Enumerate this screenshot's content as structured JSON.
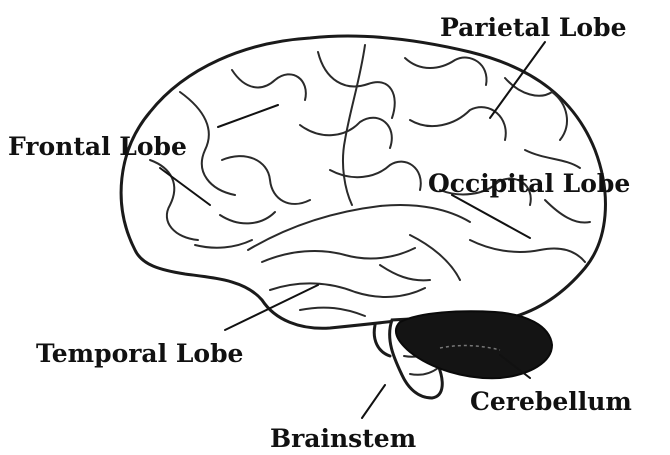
{
  "labels": {
    "parietal": "Parietal Lobe",
    "frontal": "Frontal Lobe",
    "occipital": "Occipital Lobe",
    "temporal": "Temporal Lobe",
    "cerebellum": "Cerebellum",
    "brainstem": "Brainstem"
  },
  "colors": {
    "ink": "#111111",
    "background": "#ffffff",
    "cerebellum_fill": "#141414"
  }
}
